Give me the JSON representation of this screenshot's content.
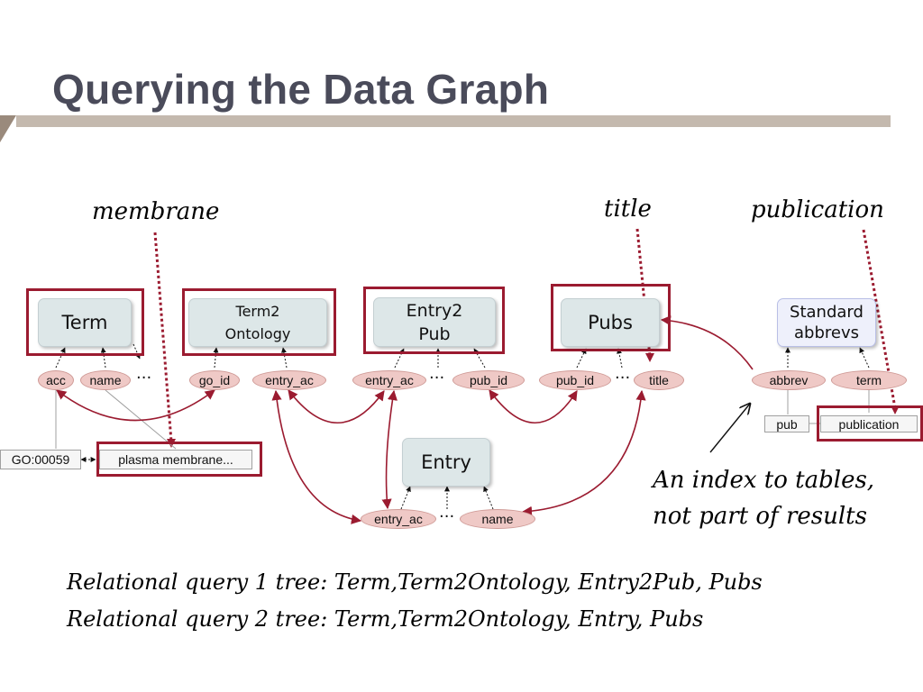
{
  "slide": {
    "title": "Querying the Data Graph"
  },
  "keywords": {
    "membrane": "membrane",
    "title": "title",
    "publication": "publication"
  },
  "tables": {
    "term": "Term",
    "term2ontology_line1": "Term2",
    "term2ontology_line2": "Ontology",
    "entry2pub_line1": "Entry2",
    "entry2pub_line2": "Pub",
    "pubs": "Pubs",
    "entry": "Entry",
    "standard_abbrevs_line1": "Standard",
    "standard_abbrevs_line2": "abbrevs"
  },
  "attributes": {
    "term_acc": "acc",
    "term_name": "name",
    "t2o_go_id": "go_id",
    "t2o_entry_ac": "entry_ac",
    "e2p_entry_ac": "entry_ac",
    "e2p_pub_id": "pub_id",
    "pubs_pub_id": "pub_id",
    "pubs_title": "title",
    "std_abbrev": "abbrev",
    "std_term": "term",
    "entry_entry_ac": "entry_ac",
    "entry_name": "name",
    "ellipsis": "···"
  },
  "values": {
    "go_acc": "GO:00059",
    "term_name_value": "plasma membrane...",
    "abbrev_value": "pub",
    "term_value": "publication"
  },
  "annotation": {
    "line1": "An index to tables,",
    "line2": "not part of results"
  },
  "queries": {
    "q1": "Relational query 1 tree:  Term,Term2Ontology, Entry2Pub, Pubs",
    "q2": "Relational query 2 tree:  Term,Term2Ontology, Entry, Pubs"
  },
  "colors": {
    "accent": "#9b1b30",
    "title_text": "#4a4b5a",
    "header_bar": "#c4b9ae",
    "table_fill": "#dde7e8",
    "attribute_fill": "#efc9c6"
  }
}
